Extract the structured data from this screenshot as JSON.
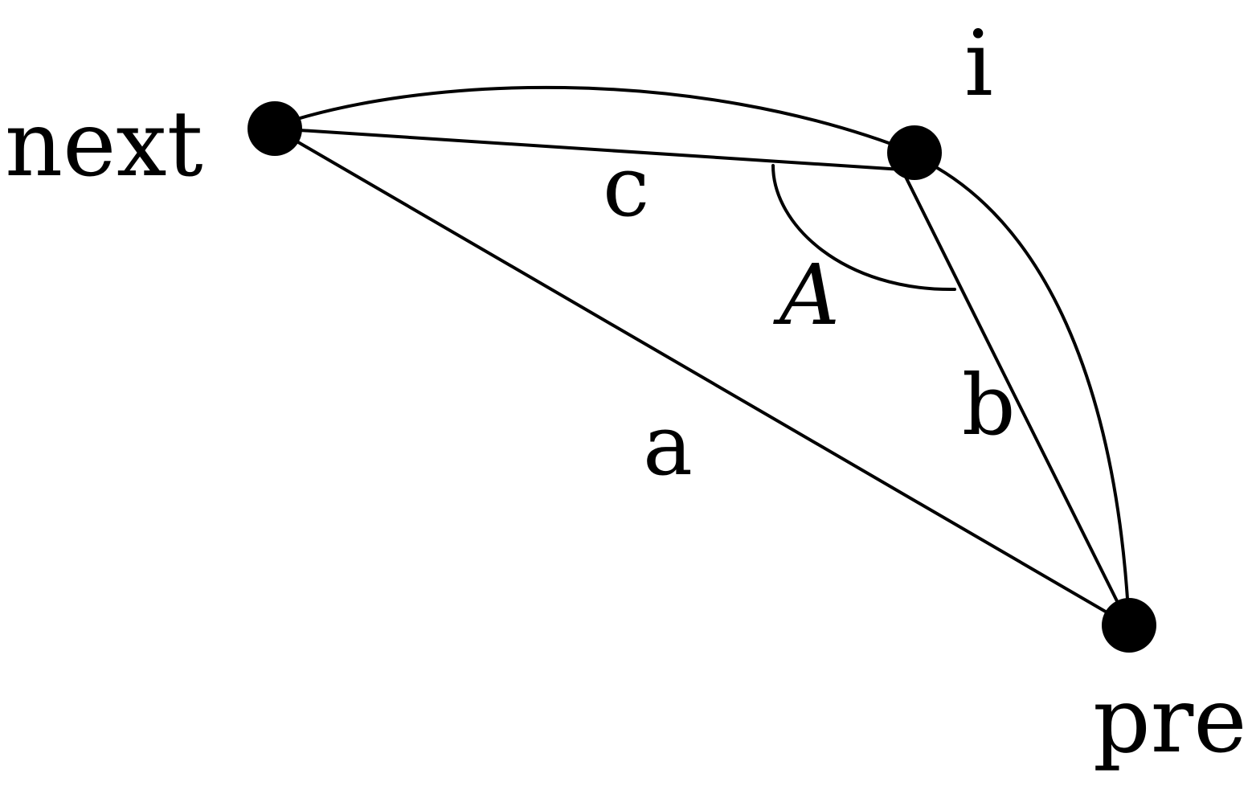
{
  "diagram": {
    "vertices": {
      "next": "next",
      "i": "i",
      "pre": "pre"
    },
    "edges": {
      "a": "a",
      "b": "b",
      "c": "c"
    },
    "angle": "A"
  }
}
